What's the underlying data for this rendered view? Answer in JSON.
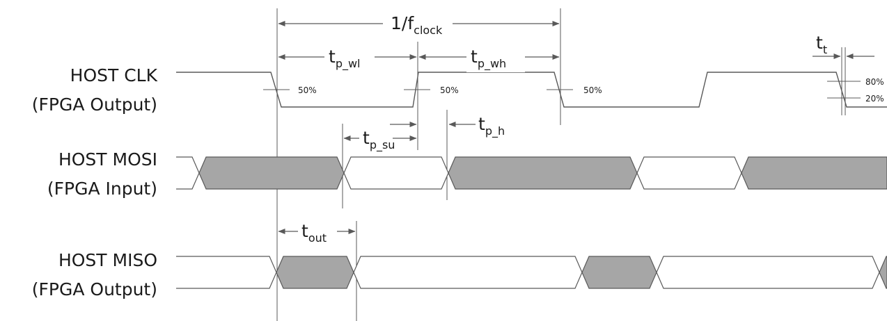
{
  "signals": [
    {
      "name": "HOST CLK",
      "direction": "(FPGA Output)"
    },
    {
      "name": "HOST MOSI",
      "direction": "(FPGA Input)"
    },
    {
      "name": "HOST MISO",
      "direction": "(FPGA Output)"
    }
  ],
  "timing": {
    "period": {
      "main": "1/f",
      "sub": "clock"
    },
    "tp_wl": {
      "main": "t",
      "sub": "p_wl"
    },
    "tp_wh": {
      "main": "t",
      "sub": "p_wh"
    },
    "tt": {
      "main": "t",
      "sub": "t"
    },
    "tp_su": {
      "main": "t",
      "sub": "p_su"
    },
    "tp_h": {
      "main": "t",
      "sub": "p_h"
    },
    "tout": {
      "main": "t",
      "sub": "out"
    }
  },
  "thresholds": {
    "mid": "50%",
    "high": "80%",
    "low": "20%"
  }
}
